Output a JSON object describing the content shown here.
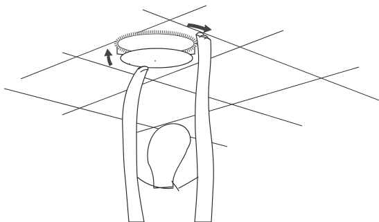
{
  "figure": {
    "background": "#ffffff",
    "line_color": "#2b2b2b",
    "arrow_color": "#444444",
    "icons": [
      "rotate-arrow-icon",
      "lift-arrow-icon"
    ],
    "depicts": [
      "ceiling-grid",
      "ceiling-light-fixture",
      "person-raising-arms"
    ]
  }
}
